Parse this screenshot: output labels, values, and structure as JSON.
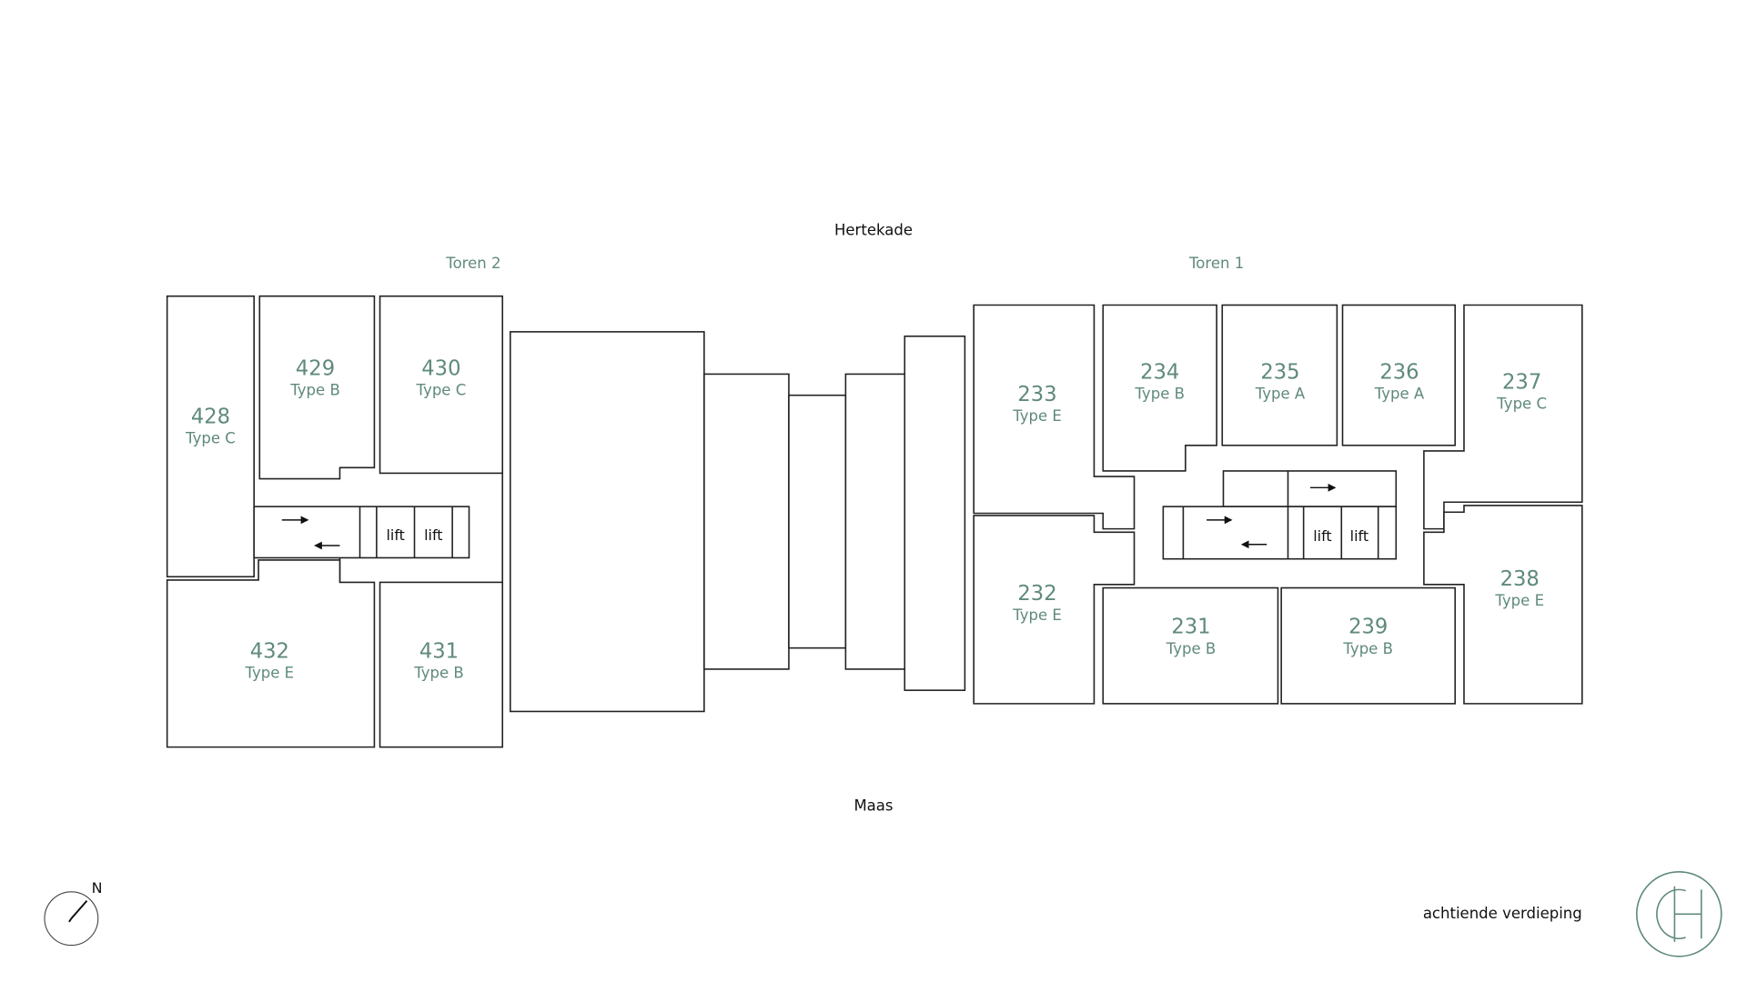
{
  "streets": {
    "top": "Hertekade",
    "bottom": "Maas"
  },
  "towers": {
    "left": "Toren 2",
    "right": "Toren 1"
  },
  "floor_label": "achtiende verdieping",
  "compass_label": "N",
  "lift_label": "lift",
  "logo_text": "CH",
  "colors": {
    "accent": "#5f8a79",
    "line": "#222222"
  },
  "apartments": {
    "a428": {
      "number": "428",
      "type": "Type C"
    },
    "a429": {
      "number": "429",
      "type": "Type B"
    },
    "a430": {
      "number": "430",
      "type": "Type C"
    },
    "a431": {
      "number": "431",
      "type": "Type B"
    },
    "a432": {
      "number": "432",
      "type": "Type E"
    },
    "a231": {
      "number": "231",
      "type": "Type B"
    },
    "a232": {
      "number": "232",
      "type": "Type E"
    },
    "a233": {
      "number": "233",
      "type": "Type E"
    },
    "a234": {
      "number": "234",
      "type": "Type B"
    },
    "a235": {
      "number": "235",
      "type": "Type A"
    },
    "a236": {
      "number": "236",
      "type": "Type A"
    },
    "a237": {
      "number": "237",
      "type": "Type C"
    },
    "a238": {
      "number": "238",
      "type": "Type E"
    },
    "a239": {
      "number": "239",
      "type": "Type B"
    }
  }
}
